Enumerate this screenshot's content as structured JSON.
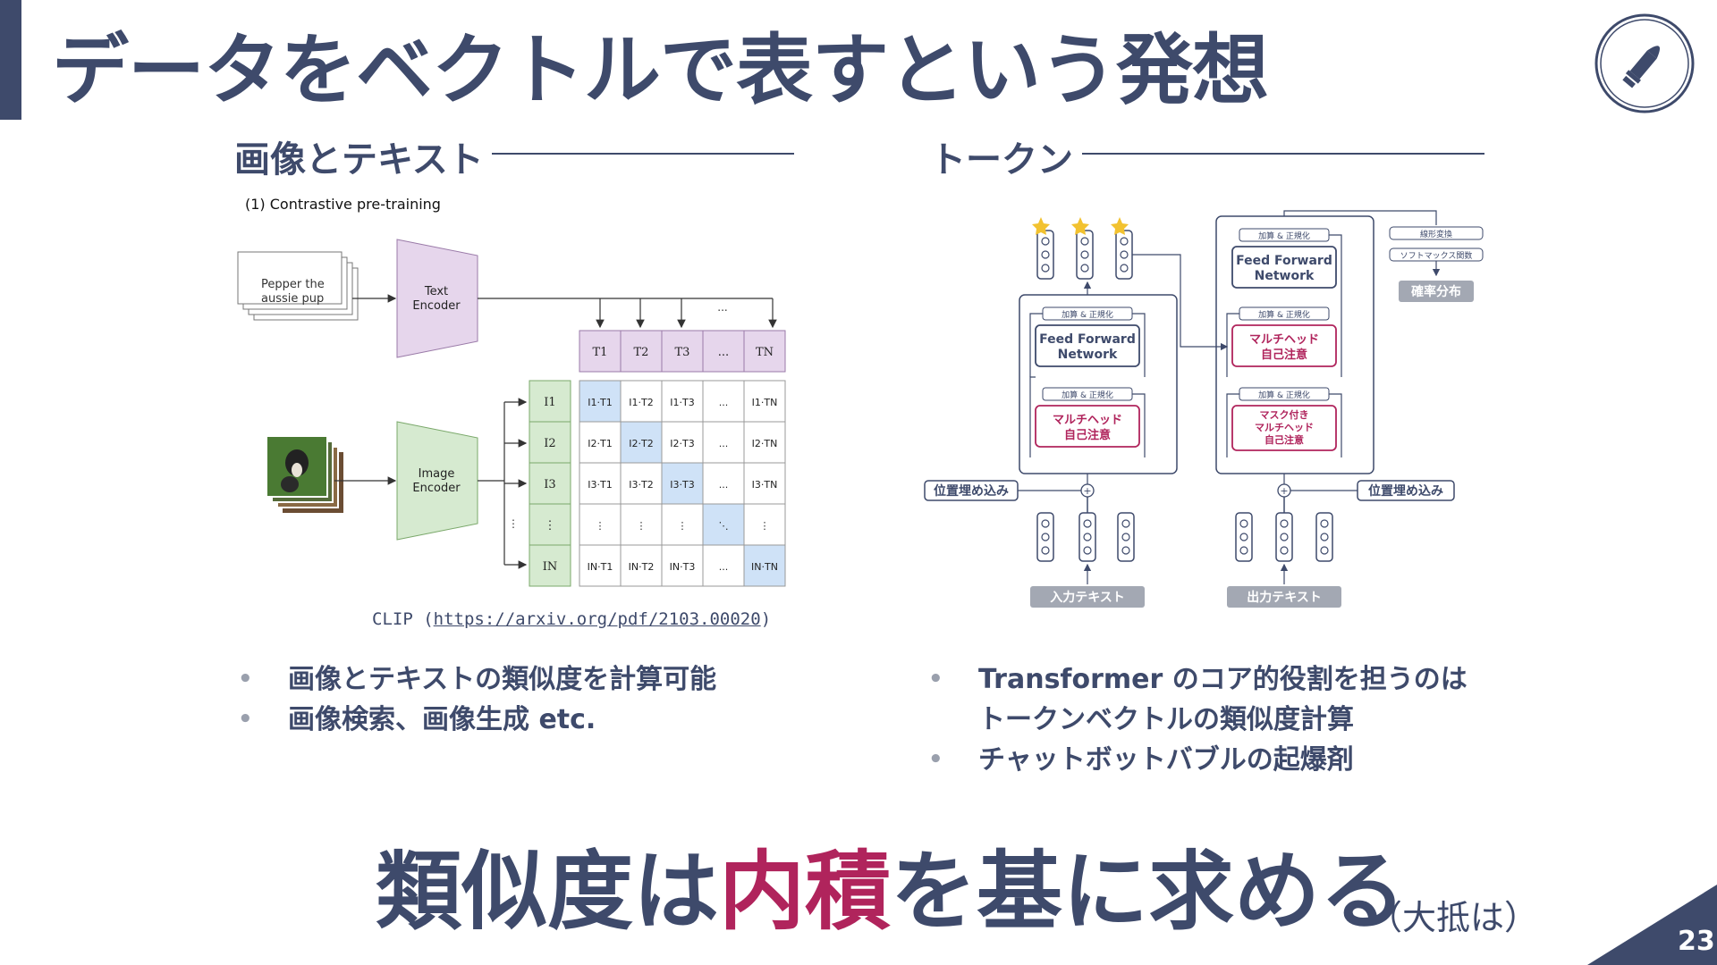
{
  "slide": {
    "title": "データをベクトルで表すという発想",
    "page_number": "23"
  },
  "left": {
    "heading": "画像とテキスト",
    "figure": {
      "label": "(1) Contrastive pre-training",
      "text_input": [
        "Pepper the",
        "aussie pup"
      ],
      "text_encoder": [
        "Text",
        "Encoder"
      ],
      "image_encoder": [
        "Image",
        "Encoder"
      ],
      "t_headers": [
        "T1",
        "T2",
        "T3",
        "...",
        "TN"
      ],
      "i_labels": [
        "I1",
        "I2",
        "I3",
        "⋮",
        "IN"
      ],
      "matrix": [
        [
          "I1·T1",
          "I1·T2",
          "I1·T3",
          "...",
          "I1·TN"
        ],
        [
          "I2·T1",
          "I2·T2",
          "I2·T3",
          "...",
          "I2·TN"
        ],
        [
          "I3·T1",
          "I3·T2",
          "I3·T3",
          "...",
          "I3·TN"
        ],
        [
          "⋮",
          "⋮",
          "⋮",
          "⋱",
          "⋮"
        ],
        [
          "IN·T1",
          "IN·T2",
          "IN·T3",
          "...",
          "IN·TN"
        ]
      ]
    },
    "caption_prefix": "CLIP (",
    "caption_link": "https://arxiv.org/pdf/2103.00020",
    "caption_suffix": ")",
    "bullets": [
      "画像とテキストの類似度を計算可能",
      "画像検索、画像生成 etc."
    ]
  },
  "right": {
    "heading": "トークン",
    "figure": {
      "add_norm": "加算 & 正規化",
      "ffn": [
        "Feed Forward",
        "Network"
      ],
      "mha": [
        "マルチヘッド",
        "自己注意"
      ],
      "masked_mha": [
        "マスク付き",
        "マルチヘッド",
        "自己注意"
      ],
      "linear": "線形変換",
      "softmax": "ソフトマックス関数",
      "probabilities": "確率分布",
      "pos_enc_left": "位置埋め込み",
      "pos_enc_right": "位置埋め込み",
      "input_text": "入力テキスト",
      "output_text": "出力テキスト",
      "plus": "+"
    },
    "bullets": [
      "Transformer のコア的役割を担うのは トークンベクトルの類似度計算",
      "チャットボットバブルの起爆剤"
    ]
  },
  "conclusion": {
    "before": "類似度は",
    "highlight": "内積",
    "after": "を基に求める",
    "note": "（大抵は）"
  },
  "colors": {
    "navy": "#3e4a6b",
    "accent": "#b0245c",
    "encoder_text": "#e6d6ec",
    "encoder_image": "#d6ead0",
    "diag": "#cfe2f7",
    "grey_label": "#a3a8b3"
  }
}
